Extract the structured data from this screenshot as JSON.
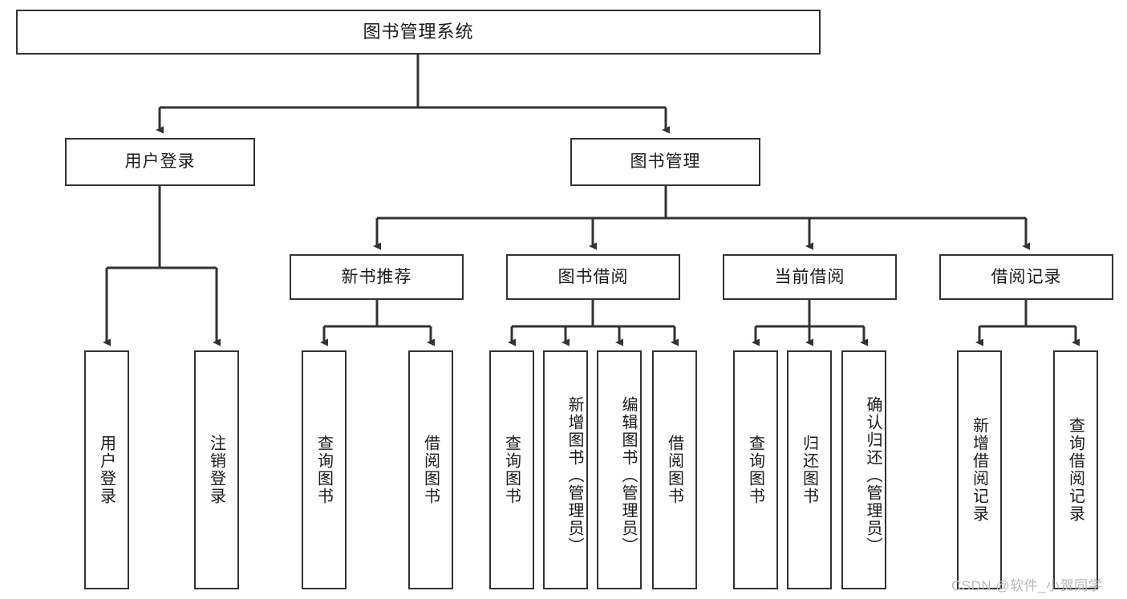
{
  "diagram": {
    "type": "tree-hierarchy",
    "title": "图书管理系统",
    "root": {
      "label": "图书管理系统"
    },
    "level1": [
      {
        "label": "用户登录"
      },
      {
        "label": "图书管理"
      }
    ],
    "level2": [
      {
        "label": "新书推荐"
      },
      {
        "label": "图书借阅"
      },
      {
        "label": "当前借阅"
      },
      {
        "label": "借阅记录"
      }
    ],
    "leaves": {
      "user_login": [
        {
          "label": "用户登录"
        },
        {
          "label": "注销登录"
        }
      ],
      "new_book_recommend": [
        {
          "label": "查询图书"
        },
        {
          "label": "借阅图书"
        }
      ],
      "book_borrow": [
        {
          "label": "查询图书"
        },
        {
          "label": "新增图书（管理员）"
        },
        {
          "label": "编辑图书（管理员）"
        },
        {
          "label": "借阅图书"
        }
      ],
      "current_borrow": [
        {
          "label": "查询图书"
        },
        {
          "label": "归还图书"
        },
        {
          "label": "确认归还（管理员）"
        }
      ],
      "borrow_record": [
        {
          "label": "新增借阅记录"
        },
        {
          "label": "查询借阅记录"
        }
      ]
    }
  },
  "watermark": {
    "text": "CSDN @软件_小贺同学"
  },
  "colors": {
    "stroke": "#333333",
    "box_fill": "#ffffff",
    "text": "#1a1a1a",
    "watermark": "#b9b9b9",
    "background": "#ffffff"
  }
}
